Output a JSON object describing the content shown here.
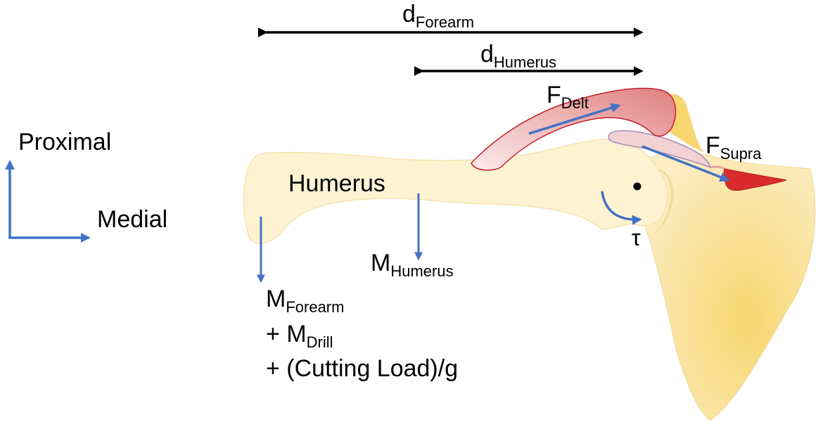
{
  "colors": {
    "arrow_blue": "#4472C4",
    "bone_light": "#FDF3D3",
    "bone_edge": "#F7E7B7",
    "scapula": "#F8DC88",
    "muscle_red": "#D92B2B",
    "muscle_pink": "#F3C7C7",
    "ink": "#000000"
  },
  "axes": {
    "proximal": "Proximal",
    "medial": "Medial"
  },
  "labels": {
    "humerus": "Humerus",
    "tau": "τ",
    "d_forearm": {
      "base": "d",
      "sub": "Forearm"
    },
    "d_humerus": {
      "base": "d",
      "sub": "Humerus"
    },
    "f_delt": {
      "base": "F",
      "sub": "Delt"
    },
    "f_supra": {
      "base": "F",
      "sub": "Supra"
    },
    "m_humerus": {
      "base": "M",
      "sub": "Humerus"
    },
    "m_forearm": {
      "base": "M",
      "sub": "Forearm"
    },
    "m_drill": {
      "prefix": "+ ",
      "base": "M",
      "sub": "Drill"
    },
    "cutting_load": "+ (Cutting Load)/g"
  }
}
